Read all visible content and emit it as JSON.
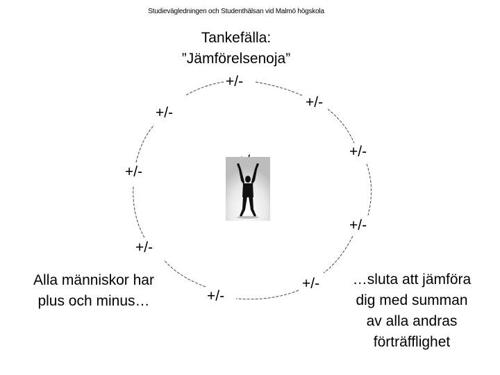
{
  "header": {
    "text": "Studievägledningen och Studenthälsan vid Malmö högskola"
  },
  "title": {
    "line1": "Tankefälla:",
    "line2": "”Jämförelsenoja”"
  },
  "cycle": {
    "labels": [
      "+/-",
      "+/-",
      "+/-",
      "+/-",
      "+/-",
      "+/-",
      "+/-",
      "+/-",
      "+/-"
    ]
  },
  "center": {
    "label": "+/-",
    "image": "person-arms-raised-silhouette"
  },
  "left_note": {
    "line1": "Alla människor har",
    "line2": "plus och minus…"
  },
  "right_note": {
    "line1": "…sluta att jämföra",
    "line2": "dig med summan",
    "line3": "av alla andras",
    "line4": "förträfflighet"
  }
}
